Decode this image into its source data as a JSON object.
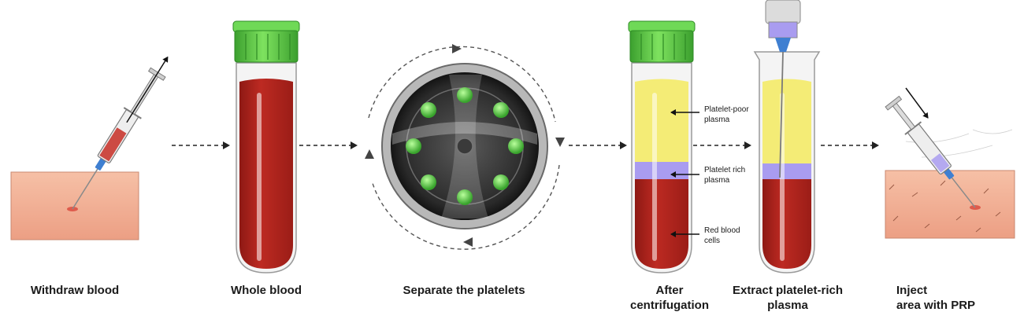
{
  "steps": [
    {
      "label": "Withdraw blood"
    },
    {
      "label": "Whole blood"
    },
    {
      "label": "Separate the platelets"
    },
    {
      "label_line1": "After",
      "label_line2": "centrifugation"
    },
    {
      "label_line1": "Extract platelet-rich",
      "label_line2": "plasma"
    },
    {
      "label_line1": "Inject",
      "label_line2": "area with PRP"
    }
  ],
  "layers": [
    {
      "line1": "Platelet-poor",
      "line2": "plasma"
    },
    {
      "line1": "Platelet rich",
      "line2": "plasma"
    },
    {
      "line1": "Red blood",
      "line2": "cells"
    }
  ],
  "colors": {
    "skin": "#f1b49a",
    "blood": "#b3251f",
    "plasma": "#f4ec76",
    "platelet_layer": "#a99cf0",
    "cap": "#55c544",
    "syringe_tip": "#3f7fd1"
  }
}
